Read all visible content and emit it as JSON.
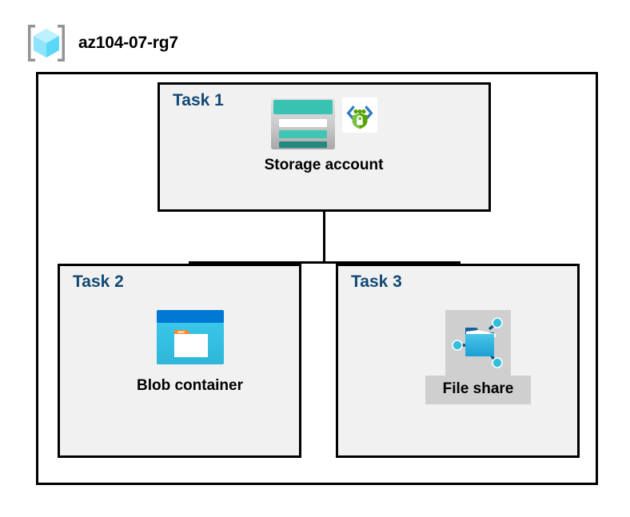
{
  "resource_group": {
    "name": "az104-07-rg7",
    "icon": "resource-group-icon"
  },
  "tasks": [
    {
      "id": "task1",
      "label": "Task 1",
      "node": {
        "caption": "Storage account",
        "icon": "storage-account-icon",
        "secondary_icon": "secure-endpoint-icon",
        "highlighted": false
      }
    },
    {
      "id": "task2",
      "label": "Task 2",
      "node": {
        "caption": "Blob container",
        "icon": "blob-container-icon",
        "highlighted": false
      }
    },
    {
      "id": "task3",
      "label": "Task 3",
      "node": {
        "caption": "File share",
        "icon": "file-share-icon",
        "highlighted": true
      }
    }
  ],
  "colors": {
    "task_label": "#124a75",
    "box_fill": "#f1f1f1",
    "box_border": "#000000",
    "canvas": "#ffffff",
    "highlight": "#cfcfcf",
    "storage_teal": "#37c2b1",
    "storage_teal_dark": "#1f8a7d",
    "blob_blue_dark": "#0078d4",
    "blob_blue_light": "#32bedd",
    "blob_accent_orange": "#f7892b",
    "fileshare_blue": "#32bedd",
    "shield_green": "#57a300",
    "bracket_gray": "#949494",
    "cube_cyan": "#9cebff"
  }
}
